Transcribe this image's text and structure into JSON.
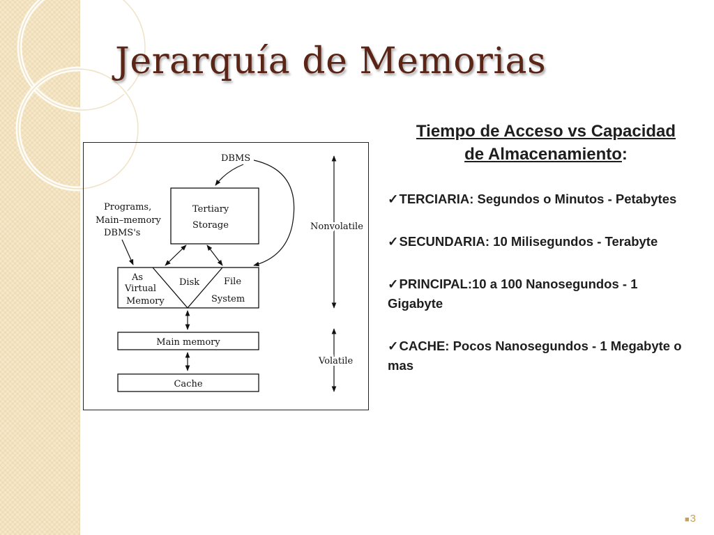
{
  "slide": {
    "title": "Jerarquía de Memorias",
    "subtitle_line1": "Tiempo de Acceso vs Capacidad",
    "subtitle_line2": "de Almacenamiento",
    "subtitle_colon": ":",
    "page_number": "3",
    "accent_color": "#5a2416",
    "page_number_color": "#c8a050"
  },
  "diagram": {
    "dbms": "DBMS",
    "tertiary_line1": "Tertiary",
    "tertiary_line2": "Storage",
    "programs_line1": "Programs,",
    "programs_line2": "Main–memory",
    "programs_line3": "DBMS's",
    "as_virtual_line1": "As",
    "as_virtual_line2": "Virtual",
    "as_virtual_line3": "Memory",
    "disk": "Disk",
    "file_system_line1": "File",
    "file_system_line2": "System",
    "main_memory": "Main memory",
    "cache": "Cache",
    "nonvolatile": "Nonvolatile",
    "volatile": "Volatile"
  },
  "bullets": [
    {
      "check": "✓",
      "text": "TERCIARIA: Segundos o Minutos - Petabytes"
    },
    {
      "check": "✓",
      "text": "SECUNDARIA: 10 Milisegundos - Terabyte"
    },
    {
      "check": "✓",
      "text": "PRINCIPAL:10 a 100 Nanosegundos - 1 Gigabyte"
    },
    {
      "check": "✓",
      "text": "CACHE: Pocos Nanosegundos - 1 Megabyte o mas"
    }
  ]
}
